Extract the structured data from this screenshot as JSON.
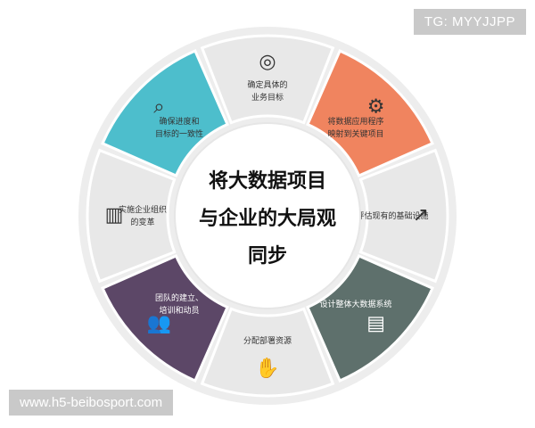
{
  "center": {
    "lines": [
      "将大数据项目",
      "与企业的大局观",
      "同步"
    ]
  },
  "segments": [
    {
      "id": "define-goals",
      "lines": [
        "确定具体的",
        "业务目标"
      ],
      "color": "#e8e8e8",
      "icon": "target-icon",
      "light": false
    },
    {
      "id": "map-apps",
      "lines": [
        "将数据应用程序",
        "映射到关键项目"
      ],
      "color": "#f0845f",
      "icon": "gears-icon",
      "light": false
    },
    {
      "id": "assess-infra",
      "lines": [
        "评估现有的基础设施"
      ],
      "color": "#e8e8e8",
      "icon": "growth-chart-icon",
      "light": false
    },
    {
      "id": "design-system",
      "lines": [
        "设计整体大数据系统"
      ],
      "color": "#5e706c",
      "icon": "dashboard-icon",
      "light": true
    },
    {
      "id": "allocate-resources",
      "lines": [
        "分配部署资源"
      ],
      "color": "#e8e8e8",
      "icon": "hand-coin-icon",
      "light": false
    },
    {
      "id": "build-team",
      "lines": [
        "团队的建立、",
        "培训和动员"
      ],
      "color": "#5c4767",
      "icon": "team-icon",
      "light": true
    },
    {
      "id": "org-change",
      "lines": [
        "实施企业组织",
        "的变革"
      ],
      "color": "#e8e8e8",
      "icon": "buildings-icon",
      "light": false
    },
    {
      "id": "ensure-progress",
      "lines": [
        "确保进度和",
        "目标的一致性"
      ],
      "color": "#4dbecc",
      "icon": "magnifier-icon",
      "light": false
    }
  ],
  "watermarks": {
    "tag": "TG: MYYJJPP",
    "url": "www.h5-beibosport.com"
  }
}
